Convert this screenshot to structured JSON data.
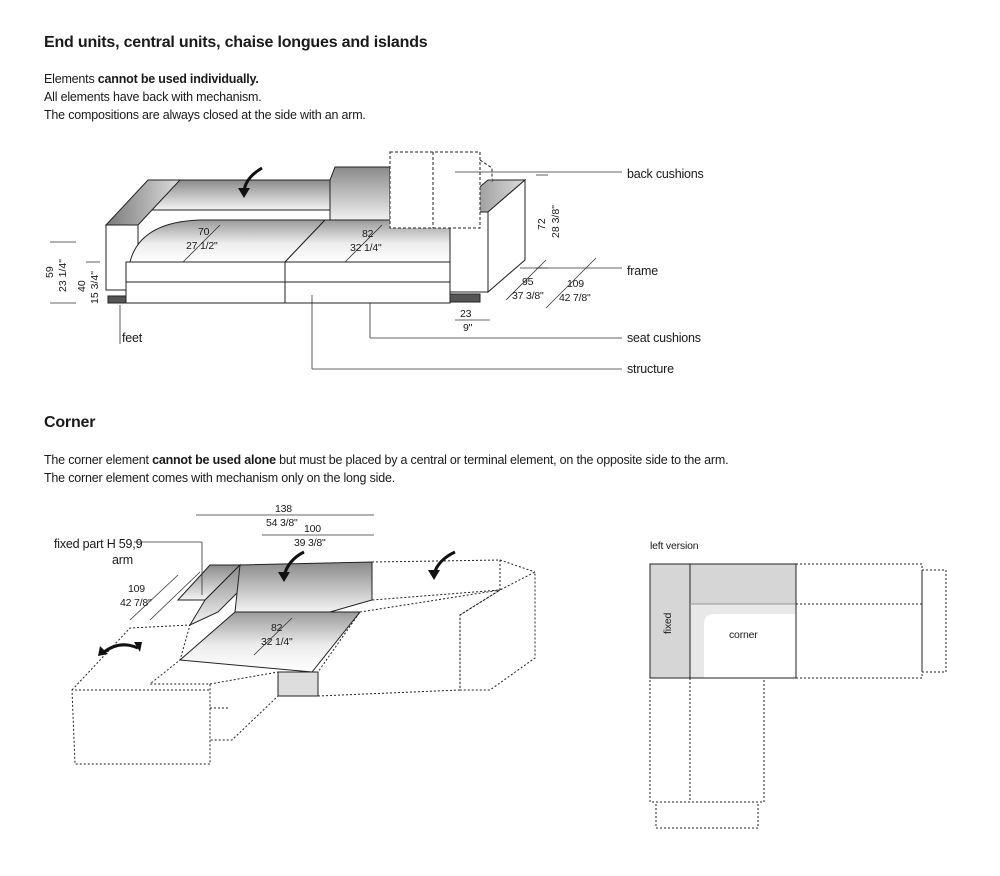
{
  "section1": {
    "title": "End units, central units, chaise longues and islands",
    "line1_prefix": "Elements ",
    "line1_bold": "cannot be used individually.",
    "line2": "All elements have back with mechanism.",
    "line3": "The compositions are always closed at the side with an arm."
  },
  "diagram1": {
    "labels": {
      "back_cushions": "back cushions",
      "frame": "frame",
      "seat_cushions": "seat cushions",
      "structure": "structure",
      "feet": "feet"
    },
    "dims": {
      "seat_left_cm": "70",
      "seat_left_in": "27 1/2\"",
      "seat_right_cm": "82",
      "seat_right_in": "32 1/4\"",
      "height_cm": "72",
      "height_in": "28 3/8\"",
      "depth_cm": "95",
      "depth_in": "37 3/8\"",
      "width_cm": "109",
      "width_in": "42 7/8\"",
      "arm_cm": "23",
      "arm_in": "9\"",
      "arm_h_cm": "59",
      "arm_h_in": "23 1/4\"",
      "seat_h_cm": "40",
      "seat_h_in": "15 3/4\""
    }
  },
  "section2": {
    "title": "Corner",
    "line1_prefix": "The corner element ",
    "line1_bold": "cannot be used alone",
    "line1_suffix": " but must be placed by a central or terminal element, on the opposite side to the arm.",
    "line2": "The corner element comes with mechanism only on the long side."
  },
  "diagram2": {
    "fixed_part": "fixed part H 59,9",
    "arm": "arm",
    "d138_cm": "138",
    "d138_in": "54 3/8\"",
    "d100_cm": "100",
    "d100_in": "39 3/8\"",
    "d109_cm": "109",
    "d109_in": "42 7/8\"",
    "d82_cm": "82",
    "d82_in": "32 1/4\""
  },
  "plan": {
    "title": "left version",
    "fixed": "fixed",
    "corner": "corner"
  }
}
